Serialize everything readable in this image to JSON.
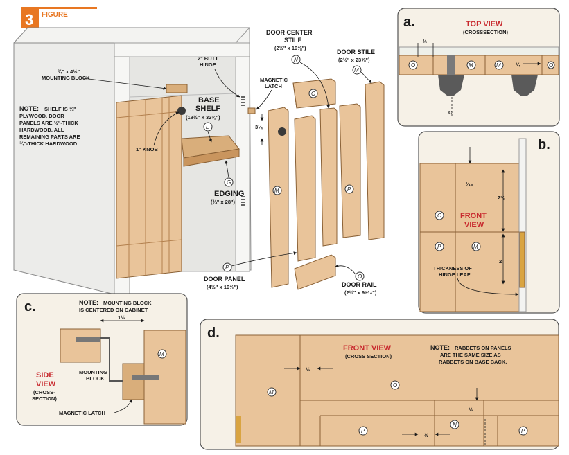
{
  "figure": {
    "number": "3",
    "label": "FIGURE"
  },
  "main": {
    "mounting_block": [
      "¾\" x 4½\"",
      "MOUNTING BLOCK"
    ],
    "note_title": "NOTE:",
    "note_lines": [
      "SHELF IS ¾\"",
      "PLYWOOD. DOOR",
      "PANELS ARE ½\"-THICK",
      "HARDWOOD. ALL",
      "REMAINING PARTS ARE",
      "¾\"-THICK HARDWOOD"
    ],
    "knob": "1\" KNOB",
    "butt_hinge": [
      "2\" BUTT",
      "HINGE"
    ],
    "base_shelf": [
      "BASE",
      "SHELF"
    ],
    "base_shelf_dim": "(18½\" x 32⅜\")",
    "base_shelf_key": "L",
    "edging": "EDGING",
    "edging_dim": "(¾\" x 28\")",
    "edging_key": "G",
    "magnetic_latch": [
      "MAGNETIC",
      "LATCH"
    ],
    "door_center_stile": [
      "DOOR CENTER",
      "STILE"
    ],
    "door_center_stile_dim": "(2½\" x 19⅝\")",
    "door_center_stile_key": "N",
    "door_stile": "DOOR STILE",
    "door_stile_dim": "(2½\" x 23⅞\")",
    "door_stile_key": "M",
    "gap_dim": "3¼",
    "door_panel": "DOOR PANEL",
    "door_panel_dim": "(4½\" x 19⅝\")",
    "door_panel_key": "P",
    "door_rail": "DOOR RAIL",
    "door_rail_dim": "(2½\" x 9⁹⁄₁₆\")",
    "door_rail_key": "O",
    "part_keys": {
      "rail": "O",
      "center": "N",
      "stile": "M",
      "panel": "P"
    }
  },
  "inset_a": {
    "letter": "a.",
    "title": "TOP VIEW",
    "subtitle": "(CROSSSECTION)",
    "dim_half": "½",
    "dim_quarter": "¼",
    "centerline": "C",
    "keys": [
      "O",
      "M",
      "M",
      "O"
    ]
  },
  "inset_b": {
    "letter": "b.",
    "title": "FRONT",
    "title2": "VIEW",
    "dim_top": "¹⁄₁₆",
    "dim_2_3_8": "2⅜",
    "dim_2": "2",
    "hinge_note": [
      "THICKNESS OF",
      "HINGE LEAF"
    ],
    "keys": [
      "O",
      "P",
      "M"
    ]
  },
  "inset_c": {
    "letter": "c.",
    "note_title": "NOTE:",
    "note_lines": [
      "MOUNTING BLOCK",
      "IS CENTERED ON CABINET"
    ],
    "dim": "1½",
    "side_view": [
      "SIDE",
      "VIEW"
    ],
    "cross_section": [
      "(CROSS-",
      "SECTION)"
    ],
    "mounting_block": [
      "MOUNTING",
      "BLOCK"
    ],
    "magnetic_latch": "MAGNETIC LATCH",
    "key": "M"
  },
  "inset_d": {
    "letter": "d.",
    "title": "FRONT VIEW",
    "subtitle": "(CROSS SECTION)",
    "note_title": "NOTE:",
    "note_lines": [
      "RABBETS ON PANELS",
      "ARE THE SAME SIZE AS",
      "RABBETS ON BASE BACK."
    ],
    "dim_half_1": "½",
    "dim_half_2": "½",
    "dim_half_3": "½",
    "keys": [
      "M",
      "O",
      "N",
      "P",
      "P"
    ]
  },
  "colors": {
    "wood": "#e9c49a",
    "wood_dark": "#c9955e",
    "cabinet": "#f3f3f1",
    "accent_red": "#c8292e",
    "badge_orange": "#e87722",
    "panel_bg": "#f6f1e7"
  }
}
